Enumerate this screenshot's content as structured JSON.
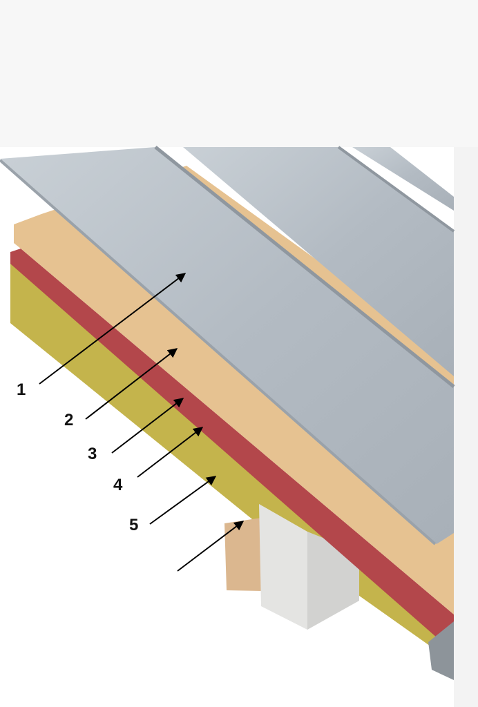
{
  "diagram": {
    "labels": [
      "1",
      "2",
      "3",
      "4",
      "5"
    ],
    "colors": {
      "sheet_metal": "#b9c1c9",
      "boards": "#e6c291",
      "membrane": "#b3474b",
      "insulation": "#c4b44c",
      "timber": "#dbb78f",
      "concrete": "#e4e4e2",
      "arrow": "#000000"
    }
  }
}
